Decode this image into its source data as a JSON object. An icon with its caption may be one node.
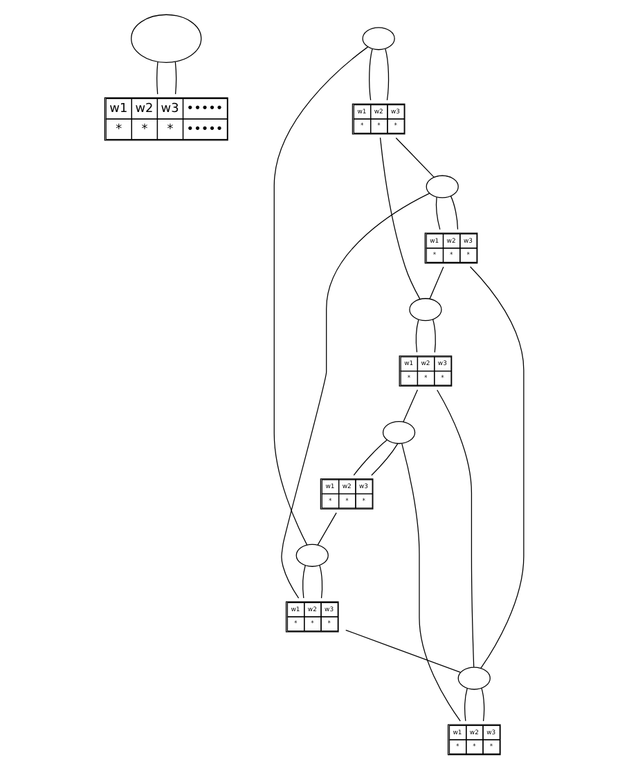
{
  "diagram": {
    "nodes": [
      {
        "text": [],
        "shape": "ellipse"
      },
      {
        "text": [
          "w1",
          "w2",
          "w3",
          "•••••",
          "*",
          "*",
          "*",
          "•••••"
        ]
      },
      {
        "text": [],
        "shape": "ellipse"
      },
      {
        "text": [
          "w1",
          "w2",
          "w3",
          "*",
          "*",
          "*"
        ]
      },
      {
        "text": [],
        "shape": "ellipse"
      },
      {
        "text": [
          "w1",
          "w2",
          "w3",
          "*",
          "*",
          "*"
        ]
      },
      {
        "text": [],
        "shape": "ellipse"
      },
      {
        "text": [
          "w1",
          "w2",
          "w3",
          "*",
          "*",
          "*"
        ]
      },
      {
        "text": [],
        "shape": "ellipse"
      },
      {
        "text": [
          "w1",
          "w2",
          "w3",
          "*",
          "*",
          "*"
        ]
      },
      {
        "text": [],
        "shape": "ellipse"
      },
      {
        "text": [
          "w1",
          "w2",
          "w3",
          "*",
          "*",
          "*"
        ]
      },
      {
        "text": [],
        "shape": "ellipse"
      },
      {
        "text": [
          "w1",
          "w2",
          "w3",
          "*",
          "*",
          "*"
        ]
      }
    ],
    "edges": [
      {
        "from": 0,
        "to": 1,
        "arrow": "none"
      },
      {
        "from": 0,
        "to": 1,
        "arrow": "none"
      },
      {
        "from": 2,
        "to": 3,
        "arrow": "none"
      },
      {
        "from": 2,
        "to": 3,
        "arrow": "none"
      },
      {
        "from": 4,
        "to": 5,
        "arrow": "none"
      },
      {
        "from": 4,
        "to": 5,
        "arrow": "none"
      },
      {
        "from": 6,
        "to": 7,
        "arrow": "none"
      },
      {
        "from": 6,
        "to": 7,
        "arrow": "none"
      },
      {
        "from": 8,
        "to": 9,
        "arrow": "none"
      },
      {
        "from": 8,
        "to": 9,
        "arrow": "none"
      },
      {
        "from": 10,
        "to": 11,
        "arrow": "none"
      },
      {
        "from": 10,
        "to": 11,
        "arrow": "none"
      },
      {
        "from": 12,
        "to": 13,
        "arrow": "none"
      },
      {
        "from": 12,
        "to": 13,
        "arrow": "none"
      },
      {
        "from": 3,
        "to": 6,
        "arrow": "none"
      },
      {
        "from": 3,
        "to": 8,
        "arrow": "none"
      },
      {
        "from": 5,
        "to": 12,
        "arrow": "none"
      },
      {
        "from": 7,
        "to": 4,
        "arrow": "none"
      },
      {
        "from": 7,
        "to": 10,
        "arrow": "none"
      },
      {
        "from": 9,
        "to": 6,
        "arrow": "none"
      },
      {
        "from": 9,
        "to": 10,
        "arrow": "none"
      },
      {
        "from": 8,
        "to": 13,
        "arrow": "none"
      },
      {
        "from": 13,
        "to": 10,
        "arrow": "none"
      },
      {
        "from": 11,
        "to": 4,
        "arrow": "none"
      },
      {
        "from": 12,
        "to": 2,
        "arrow": "none"
      }
    ]
  }
}
